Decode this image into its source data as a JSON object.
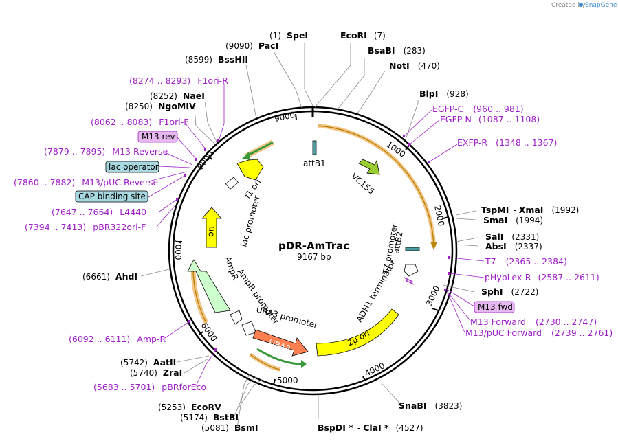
{
  "credit": {
    "created_by": "Created by",
    "brand": "SnapGene"
  },
  "plasmid": {
    "name": "pDR-AmTrac",
    "size_label": "9167 bp"
  },
  "ticks": [
    "1000",
    "2000",
    "3000",
    "4000",
    "5000",
    "6000",
    "7000",
    "8000",
    "9000"
  ],
  "enzymes": [
    {
      "pos": "(1)",
      "name": "SpeI"
    },
    {
      "name": "EcoRI",
      "pos": "(7)"
    },
    {
      "name": "BsaBI",
      "pos": "(283)"
    },
    {
      "name": "NotI",
      "pos": "(470)"
    },
    {
      "name": "BlpI",
      "pos": "(928)"
    },
    {
      "pos": "(9090)",
      "name": "PacI"
    },
    {
      "pos": "(8599)",
      "name": "BssHII"
    },
    {
      "pos": "(8252)",
      "name": "NaeI"
    },
    {
      "pos": "(8250)",
      "name": "NgoMIV"
    },
    {
      "name": "TspMI",
      "sep": "-",
      "name2": "XmaI",
      "pos": "(1992)"
    },
    {
      "name": "SmaI",
      "pos": "(1994)"
    },
    {
      "name": "SalI",
      "pos": "(2331)"
    },
    {
      "name": "AbsI",
      "pos": "(2337)"
    },
    {
      "name": "SphI",
      "pos": "(2722)"
    },
    {
      "pos": "(6661)",
      "name": "AhdI"
    },
    {
      "pos": "(5742)",
      "name": "AatII"
    },
    {
      "pos": "(5740)",
      "name": "ZraI"
    },
    {
      "pos": "(5253)",
      "name": "EcoRV"
    },
    {
      "pos": "(5174)",
      "name": "BstBI"
    },
    {
      "pos": "(5081)",
      "name": "BsmI"
    },
    {
      "name": "BspDI *",
      "sep": "-",
      "name2": "ClaI *",
      "pos": "(4527)"
    },
    {
      "name": "SnaBI",
      "pos": "(3823)"
    }
  ],
  "primers": [
    {
      "pos": "(8274 .. 8293)",
      "name": "F1ori-R"
    },
    {
      "pos": "(8062 .. 8083)",
      "name": "F1ori-F"
    },
    {
      "pos": "(7879 .. 7895)",
      "name": "M13 Reverse"
    },
    {
      "pos": "(7860 .. 7882)",
      "name": "M13/pUC Reverse"
    },
    {
      "pos": "(7647 .. 7664)",
      "name": "L4440"
    },
    {
      "pos": "(7394 .. 7413)",
      "name": "pBR322ori-F"
    },
    {
      "pos": "(6092 .. 6111)",
      "name": "Amp-R"
    },
    {
      "pos": "(5683 .. 5701)",
      "name": "pBRforEco"
    },
    {
      "name": "EGFP-C",
      "pos": "(960 .. 981)"
    },
    {
      "name": "EGFP-N",
      "pos": "(1087 .. 1108)"
    },
    {
      "name": "EXFP-R",
      "pos": "(1348 .. 1367)"
    },
    {
      "name": "T7",
      "pos": "(2365 .. 2384)"
    },
    {
      "name": "pHybLex-R",
      "pos": "(2587 .. 2611)"
    },
    {
      "name": "M13 Forward",
      "pos": "(2730 .. 2747)"
    },
    {
      "name": "M13/pUC Forward",
      "pos": "(2739 .. 2761)"
    }
  ],
  "boxed_labels": {
    "m13_rev": "M13 rev",
    "lac_operator": "lac operator",
    "cap_binding_site": "CAP binding site",
    "m13_fwd": "M13 fwd"
  },
  "features": {
    "attb1": "attB1",
    "vc155": "VC155",
    "f1_ori": "f1 ori",
    "lac_promoter": "lac promoter",
    "ori": "ori",
    "ampr": "AmpR",
    "ampr_promoter": "AmpR promoter",
    "ura3_promoter": "URA3 promoter",
    "ura3": "URA3",
    "two_mu_ori": "2μ ori",
    "adh1_terminator": "ADH1 terminator",
    "t7_promoter": "T7 promoter",
    "attb2": "attB2"
  },
  "colors": {
    "backbone": "#000000",
    "primer": "#a020c8",
    "yellow_feature": "#ffff00",
    "green_arrow": "#9acd32",
    "orange_orf": "#ff7f50",
    "light_green": "#ccffcc",
    "regulatory_box": "#a8d8e0",
    "primer_box": "#e6b8f0",
    "orange_halo": "#f5c68a"
  }
}
